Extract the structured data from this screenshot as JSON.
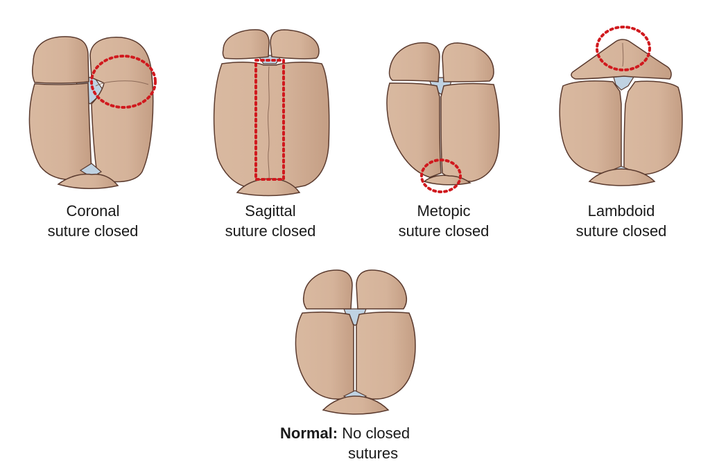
{
  "colors": {
    "bone": "#D8B79F",
    "bone_shadow": "#C29C82",
    "outline": "#5A3A2E",
    "fontanelle": "#BFD2E2",
    "highlight": "#D0191E"
  },
  "skulls": [
    {
      "id": "coronal",
      "line1": "Coronal",
      "line2": "suture closed"
    },
    {
      "id": "sagittal",
      "line1": "Sagittal",
      "line2": "suture closed"
    },
    {
      "id": "metopic",
      "line1": "Metopic",
      "line2": "suture closed"
    },
    {
      "id": "lambdoid",
      "line1": "Lambdoid",
      "line2": "suture closed"
    }
  ],
  "normal": {
    "bold": "Normal:",
    "line1": "No closed",
    "line2": "sutures"
  }
}
